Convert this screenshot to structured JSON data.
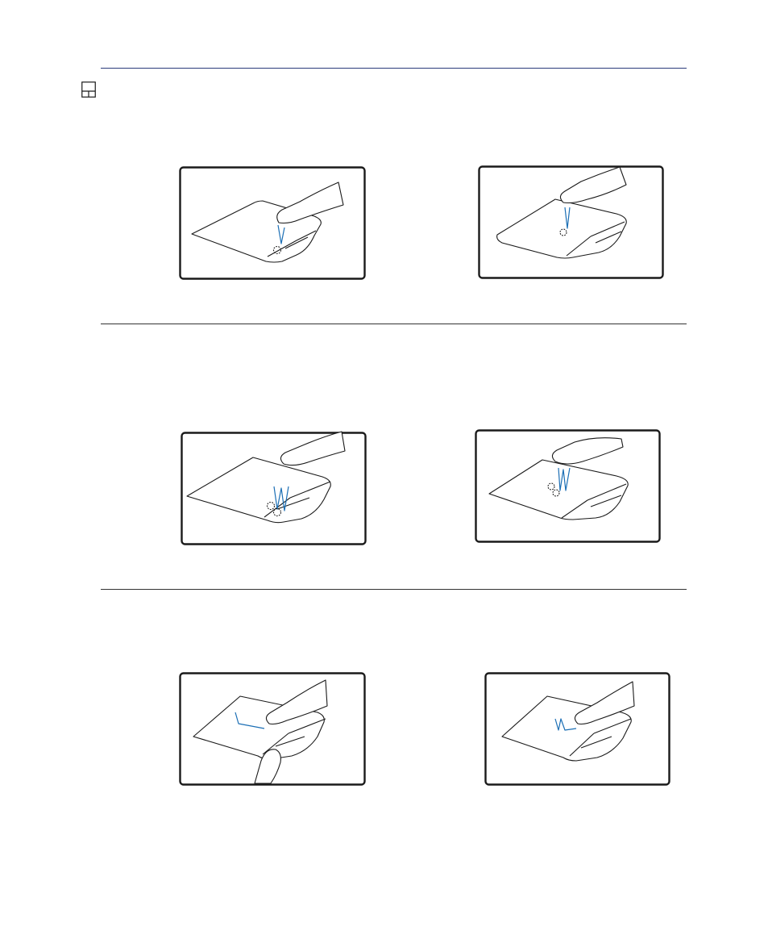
{
  "page": {
    "background": "#ffffff",
    "rule_color": "#2b3a7a",
    "motion_color": "#1c6fb5"
  },
  "header": {
    "icon": "touchpad-section-icon"
  },
  "sections": [
    {
      "illustrations": [
        {
          "gesture": "single-tap",
          "area": "left-button",
          "fingers": 1
        },
        {
          "gesture": "single-tap",
          "area": "touchpad-surface",
          "fingers": 1
        }
      ]
    },
    {
      "illustrations": [
        {
          "gesture": "double-tap",
          "area": "left-button",
          "fingers": 1
        },
        {
          "gesture": "double-tap",
          "area": "touchpad-surface",
          "fingers": 1
        }
      ]
    },
    {
      "illustrations": [
        {
          "gesture": "drag",
          "area": "button-and-surface",
          "fingers": 2
        },
        {
          "gesture": "tap-and-drag",
          "area": "touchpad-surface",
          "fingers": 1
        }
      ]
    }
  ]
}
